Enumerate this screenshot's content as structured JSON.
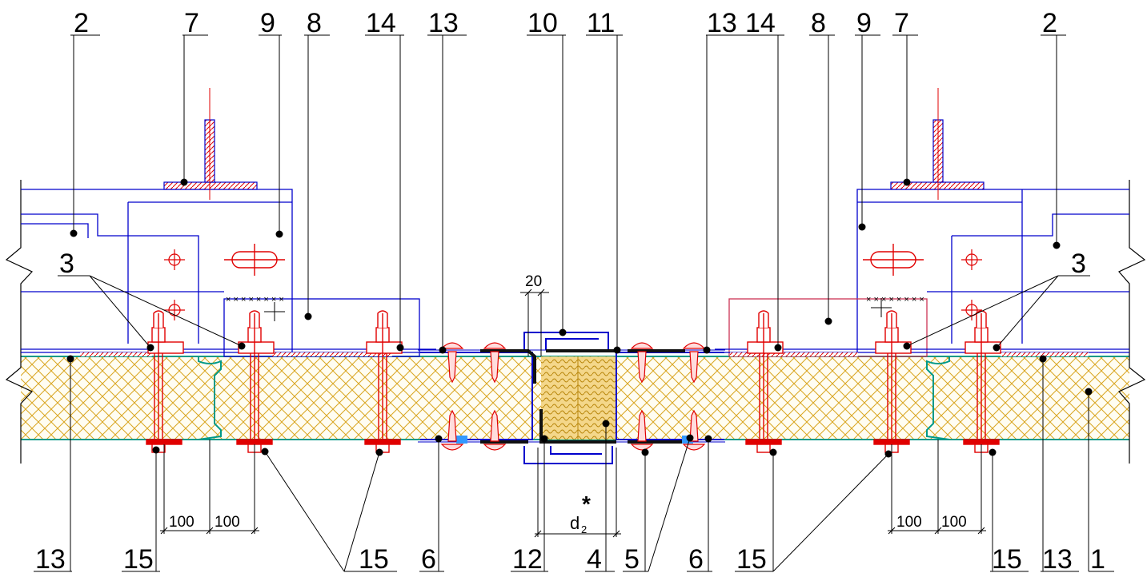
{
  "callouts": {
    "top": [
      "2",
      "7",
      "9",
      "8",
      "14",
      "13",
      "10",
      "11",
      "13",
      "14",
      "8",
      "9",
      "7",
      "2"
    ],
    "bottom": [
      "13",
      "15",
      "15",
      "6",
      "12",
      "4",
      "5",
      "6",
      "15",
      "15",
      "13",
      "1"
    ],
    "side": [
      "3",
      "3"
    ]
  },
  "dimensions": {
    "joint_gap": "20",
    "bolt_spacing": [
      "100",
      "100",
      "100",
      "100"
    ],
    "joint_width_star": "*",
    "joint_width": "d",
    "joint_width_sub": "2"
  },
  "colors": {
    "outline": "#0000cc",
    "fastener": "#e00000",
    "insulation": "#d4a017",
    "panel_skin": "#009988",
    "mineral_wool": "#f2d27a",
    "seal": "#111111"
  }
}
